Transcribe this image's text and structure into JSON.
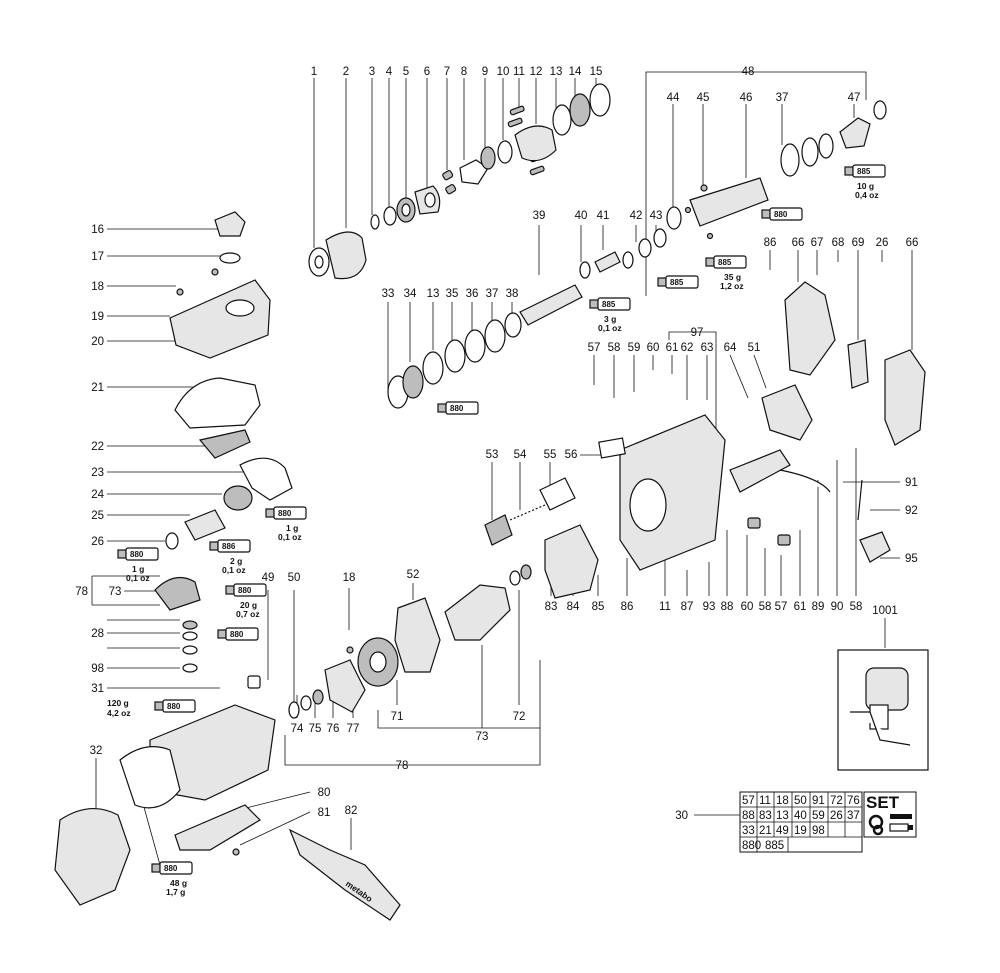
{
  "callouts": [
    "1",
    "2",
    "3",
    "4",
    "5",
    "6",
    "7",
    "8",
    "9",
    "10",
    "11",
    "12",
    "13",
    "14",
    "15",
    "48",
    "44",
    "45",
    "46",
    "37",
    "47",
    "16",
    "17",
    "18",
    "19",
    "20",
    "21",
    "22",
    "23",
    "24",
    "25",
    "26",
    "39",
    "40",
    "41",
    "42",
    "43",
    "33",
    "34",
    "13",
    "35",
    "36",
    "37",
    "38",
    "86",
    "66",
    "67",
    "68",
    "26",
    "66",
    "69",
    "97",
    "57",
    "58",
    "59",
    "60",
    "61",
    "62",
    "63",
    "64",
    "51",
    "53",
    "54",
    "55",
    "56",
    "91",
    "92",
    "95",
    "78",
    "73",
    "49",
    "50",
    "18",
    "52",
    "28",
    "98",
    "31",
    "83",
    "84",
    "85",
    "86",
    "11",
    "87",
    "93",
    "88",
    "60",
    "58",
    "57",
    "61",
    "89",
    "90",
    "58",
    "1001",
    "71",
    "73",
    "72",
    "74",
    "75",
    "76",
    "77",
    "78",
    "32",
    "80",
    "81",
    "82",
    "30"
  ],
  "grease": {
    "g1": {
      "type": "880",
      "amount1": "",
      "amount2": ""
    },
    "g2": {
      "type": "885",
      "amount1": "10 g",
      "amount2": "0,4 oz"
    },
    "g3": {
      "type": "880",
      "amount1": "",
      "amount2": ""
    },
    "g4": {
      "type": "885",
      "amount1": "35 g",
      "amount2": "1,2 oz"
    },
    "g5": {
      "type": "885",
      "amount1": "",
      "amount2": ""
    },
    "g6": {
      "type": "885",
      "amount1": "3 g",
      "amount2": "0,1 oz"
    },
    "g7": {
      "type": "880",
      "amount1": "",
      "amount2": ""
    },
    "g8": {
      "type": "880",
      "amount1": "1 g",
      "amount2": "0,1 oz"
    },
    "g9": {
      "type": "886",
      "amount1": "2 g",
      "amount2": "0,1 oz"
    },
    "g10": {
      "type": "880",
      "amount1": "1 g",
      "amount2": "0,1 oz"
    },
    "g11": {
      "type": "880",
      "amount1": "20 g",
      "amount2": "0,7 oz"
    },
    "g12": {
      "type": "880",
      "amount1": "",
      "amount2": ""
    },
    "g13": {
      "type": "880",
      "amount1": "120 g",
      "amount2": "4,2 oz"
    },
    "g14": {
      "type": "880",
      "amount1": "48 g",
      "amount2": "1,7 g"
    }
  },
  "set_table": {
    "rows": [
      [
        "57",
        "11",
        "18",
        "50",
        "91",
        "72",
        "76"
      ],
      [
        "88",
        "83",
        "13",
        "40",
        "59",
        "26",
        "37"
      ],
      [
        "33",
        "21",
        "49",
        "19",
        "98",
        "",
        ""
      ],
      [
        "880",
        "885",
        "",
        "",
        "",
        "",
        ""
      ]
    ],
    "set_label": "SET"
  },
  "handle_brand": "metabo"
}
